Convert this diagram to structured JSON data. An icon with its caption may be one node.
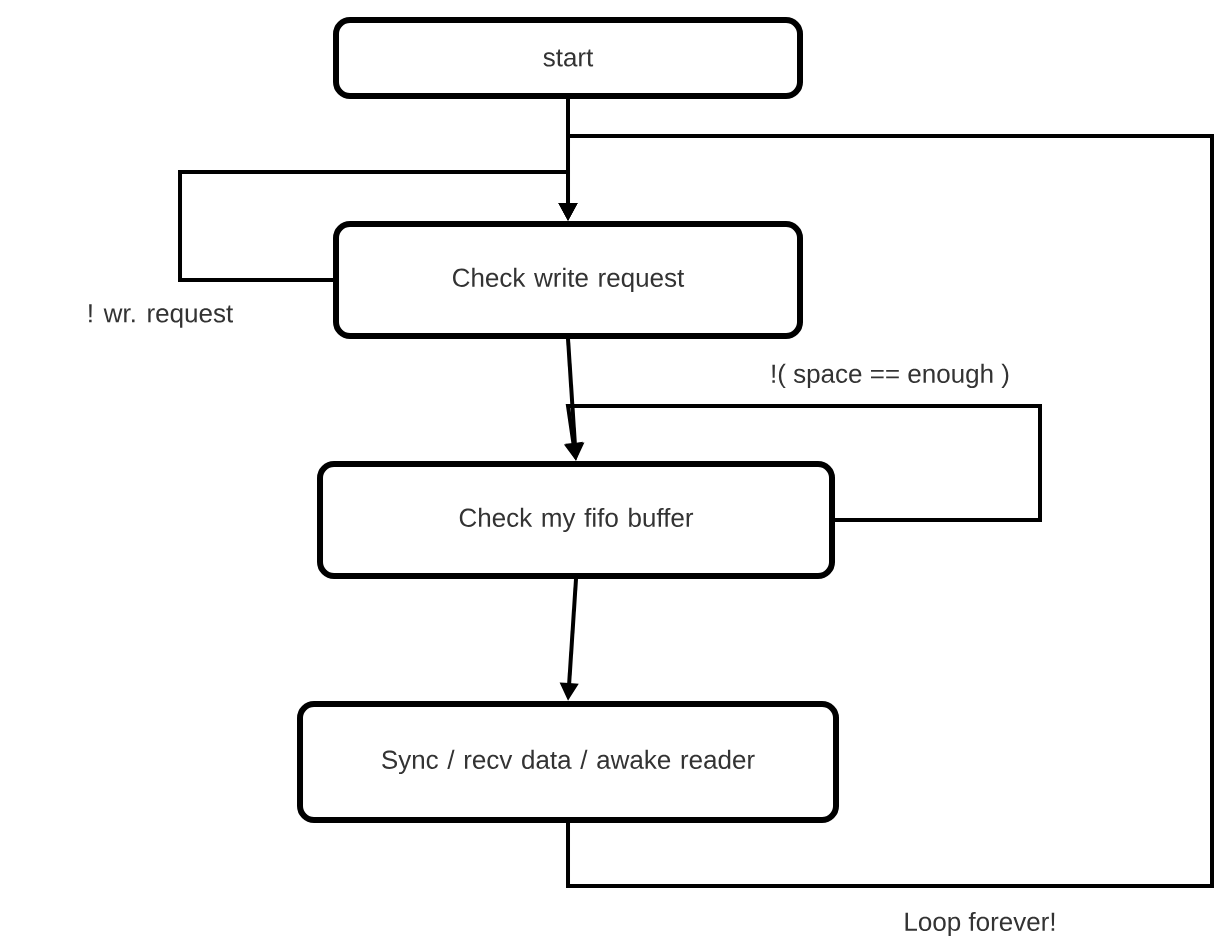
{
  "diagram": {
    "nodes": [
      {
        "text": [
          "start"
        ]
      },
      {
        "text": [
          "Check write request"
        ]
      },
      {
        "text": [
          "Check my fifo buffer"
        ]
      },
      {
        "text": [
          "Sync / recv data / awake reader"
        ]
      }
    ],
    "edges": [
      {
        "from": 0,
        "to": 1,
        "arrow": "to"
      },
      {
        "from": 1,
        "to": 1,
        "arrow": "to",
        "label": "! wr. request"
      },
      {
        "from": 1,
        "to": 2,
        "arrow": "to"
      },
      {
        "from": 2,
        "to": 2,
        "arrow": "to",
        "label": "!( space == enough )"
      },
      {
        "from": 2,
        "to": 3,
        "arrow": "to"
      },
      {
        "from": 3,
        "to": 1,
        "arrow": "to",
        "label": "Loop forever!"
      }
    ]
  }
}
